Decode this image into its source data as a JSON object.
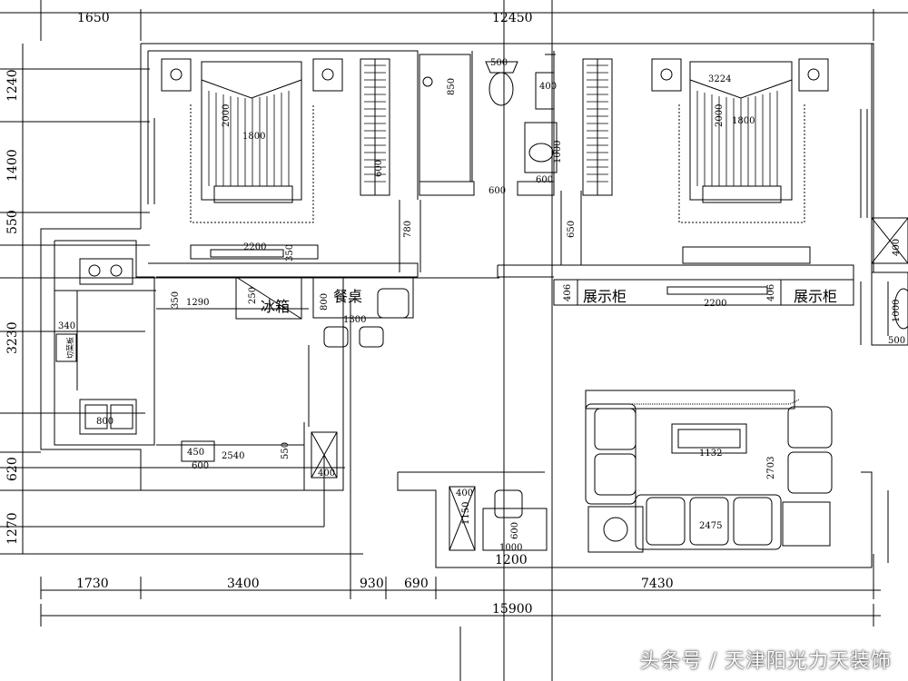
{
  "dims": {
    "top": [
      "1650",
      "12450"
    ],
    "left": [
      "1240",
      "1400",
      "550",
      "3230",
      "620",
      "1270"
    ],
    "bottom1": [
      "1730",
      "3400",
      "930",
      "690",
      "7430"
    ],
    "bottom_total": "15900"
  },
  "labels": {
    "fridge": "冰箱",
    "dining": "餐桌",
    "display1": "展示柜",
    "display2": "展示柜",
    "cabinet": "切菜板"
  },
  "inner_dims": {
    "bed1_w": "1800",
    "bed1_l": "2000",
    "tv1": "2200",
    "tv1_d": "350",
    "wardrobe1": "600",
    "toilet": "500",
    "tub": "850",
    "sink": "600",
    "pass": "600",
    "bath_400": "400",
    "bath_1000": "1000",
    "bath_600b": "600",
    "door_780": "780",
    "bed2_w": "1800",
    "bed2_l": "2000",
    "bed2_label": "3224",
    "door_650": "650",
    "disp_406a": "406",
    "disp_2200": "2200",
    "disp_406b": "406",
    "disp_1000": "1000",
    "r_400a": "400",
    "r_1000": "1000",
    "r_500": "500",
    "k_350": "350",
    "k_1290": "1290",
    "k_250": "250",
    "k_340": "340",
    "k_800": "800",
    "k_450": "450",
    "k_2540": "2540",
    "k_550": "550",
    "k_600": "600",
    "k_400": "400",
    "d_800": "800",
    "d_1300": "1300",
    "table_1132": "1132",
    "sofa_2703": "2703",
    "bal_400": "400",
    "bal_1150": "1150",
    "bal_600": "600",
    "bal_1000": "1000",
    "bal_1200": "1200",
    "room_2475": "2475"
  },
  "watermark": "头条号 / 天津阳光力天装饰"
}
